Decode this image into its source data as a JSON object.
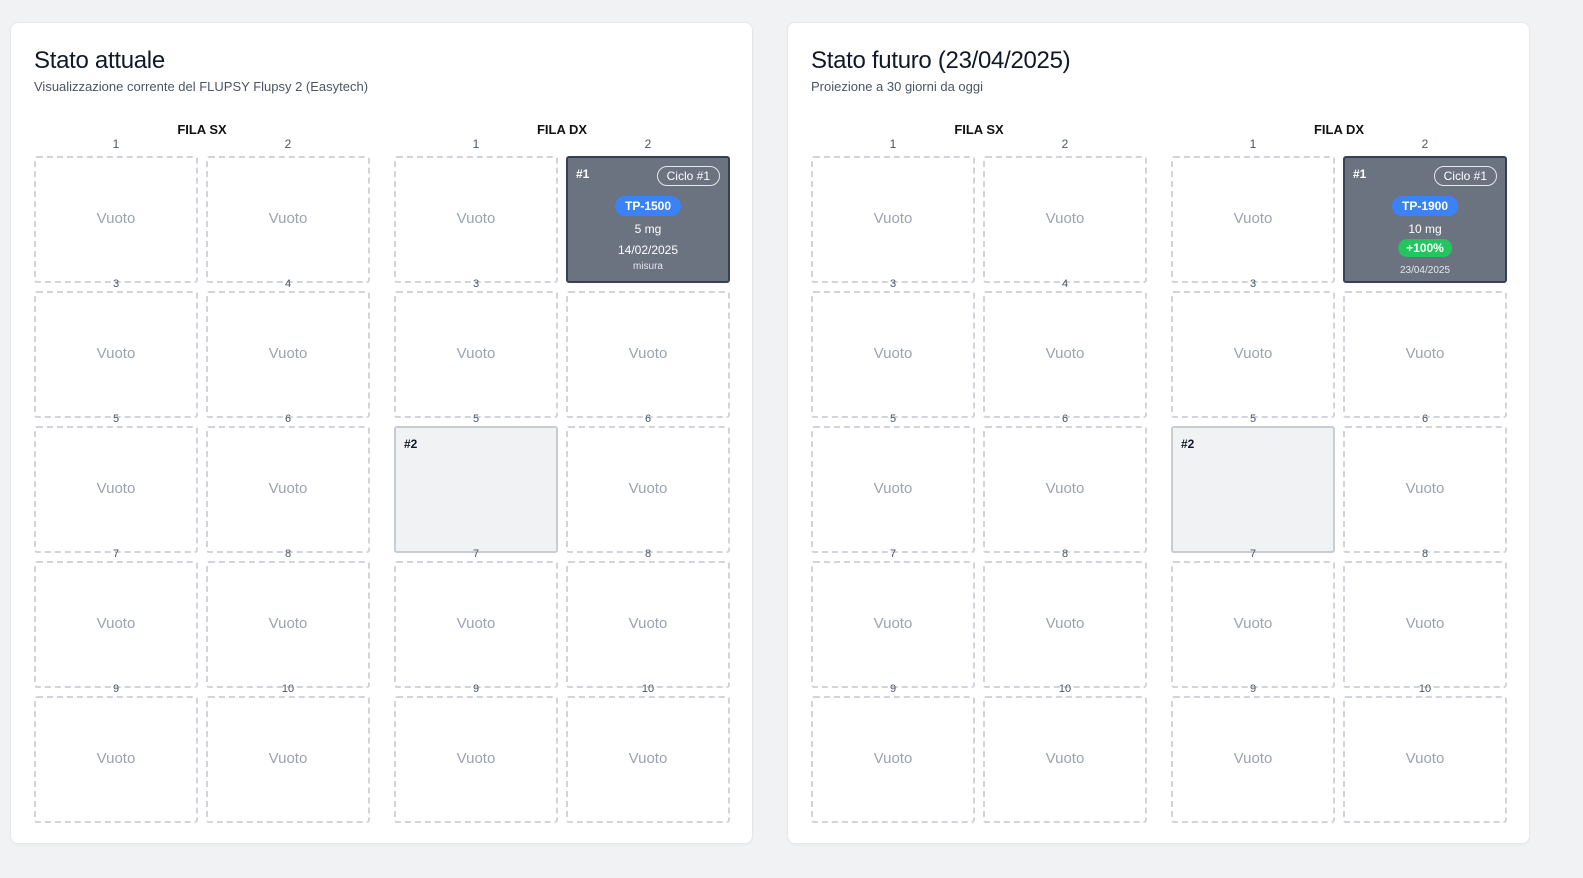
{
  "current": {
    "title": "Stato attuale",
    "subtitle": "Visualizzazione corrente del FLUPSY Flupsy 2 (Easytech)"
  },
  "future": {
    "title": "Stato futuro (23/04/2025)",
    "subtitle": "Proiezione a 30 giorni da oggi"
  },
  "rows": {
    "sx": "FILA SX",
    "dx": "FILA DX"
  },
  "col_numbers": [
    "1",
    "2"
  ],
  "positions": [
    "1",
    "2",
    "3",
    "4",
    "5",
    "6",
    "7",
    "8",
    "9",
    "10"
  ],
  "empty_label": "Vuoto",
  "basket1_current": {
    "tag": "#1",
    "cycle": "Ciclo #1",
    "size": "TP-1500",
    "weight": "5 mg",
    "date": "14/02/2025",
    "note": "misura"
  },
  "basket1_future": {
    "tag": "#1",
    "cycle": "Ciclo #1",
    "size": "TP-1900",
    "weight": "10 mg",
    "growth": "+100%",
    "date": "23/04/2025"
  },
  "basket2": {
    "tag": "#2"
  },
  "colors": {
    "accent_blue": "#3b82f6",
    "growth_green": "#22c55e",
    "active_basket": "#6b7280"
  }
}
